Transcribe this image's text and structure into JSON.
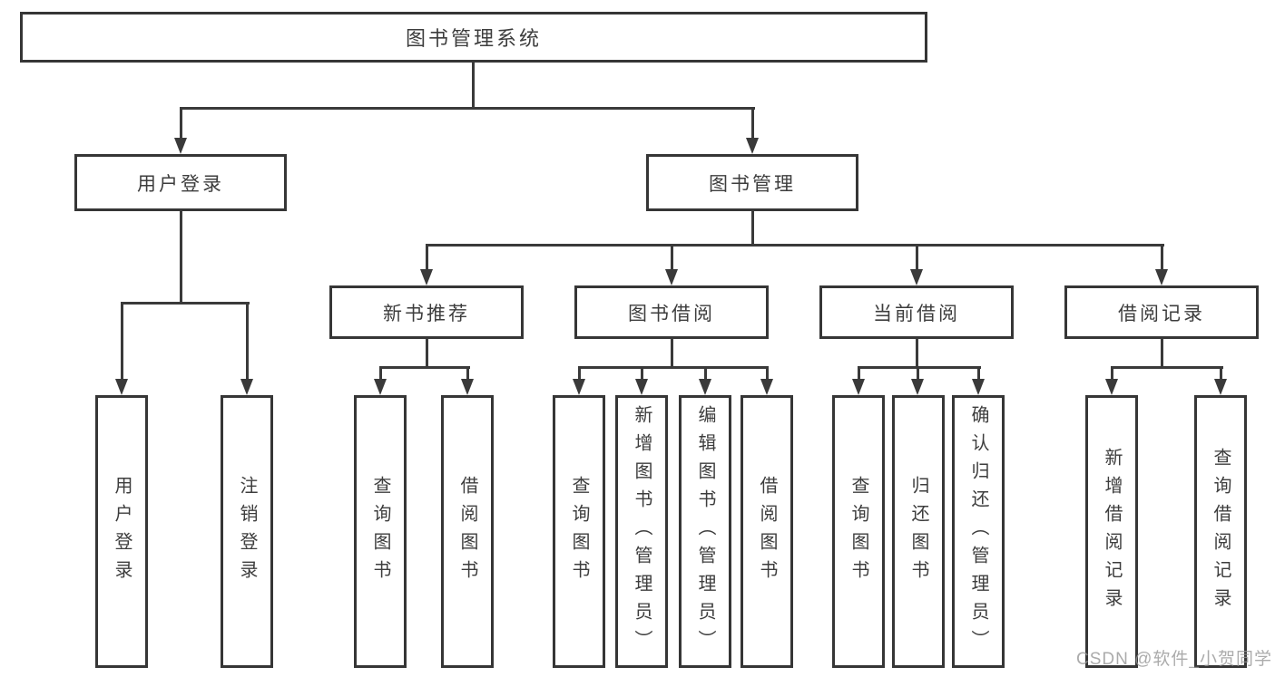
{
  "diagram": {
    "root": {
      "label": "图书管理系统"
    },
    "branches": [
      {
        "label": "用户登录",
        "children": [
          {
            "label": "用户登录"
          },
          {
            "label": "注销登录"
          }
        ]
      },
      {
        "label": "图书管理",
        "children": [
          {
            "label": "新书推荐",
            "children": [
              {
                "label": "查询图书"
              },
              {
                "label": "借阅图书"
              }
            ]
          },
          {
            "label": "图书借阅",
            "children": [
              {
                "label": "查询图书"
              },
              {
                "label": "新增图书（管理员）"
              },
              {
                "label": "编辑图书（管理员）"
              },
              {
                "label": "借阅图书"
              }
            ]
          },
          {
            "label": "当前借阅",
            "children": [
              {
                "label": "查询图书"
              },
              {
                "label": "归还图书"
              },
              {
                "label": "确认归还（管理员）"
              }
            ]
          },
          {
            "label": "借阅记录",
            "children": [
              {
                "label": "新增借阅记录"
              },
              {
                "label": "查询借阅记录"
              }
            ]
          }
        ]
      }
    ],
    "watermark": "CSDN @软件_小贺同学",
    "colors": {
      "line": "#3a3a3a",
      "box_border": "#363636",
      "text": "#3d3d3d",
      "watermark": "#969696",
      "background": "#ffffff"
    }
  }
}
